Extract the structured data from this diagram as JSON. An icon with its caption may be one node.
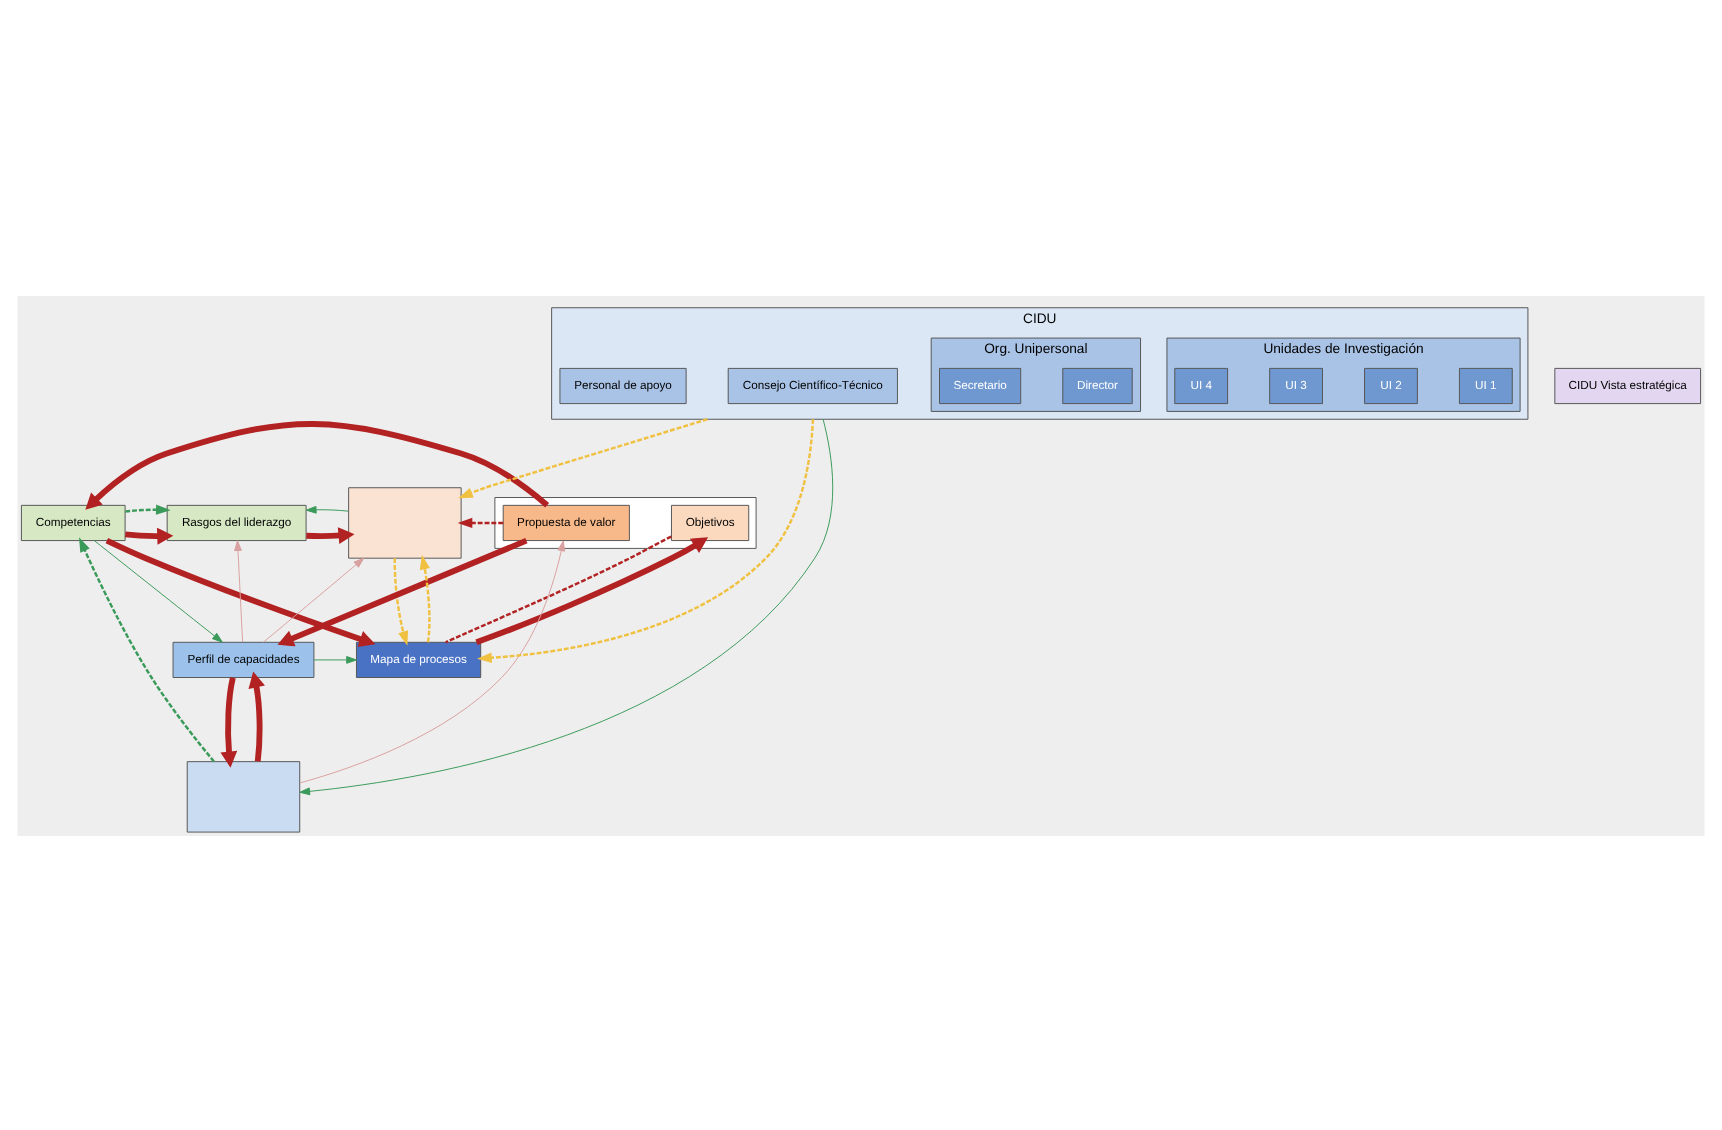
{
  "diagram": {
    "nodes": [
      {
        "text": [],
        "shape": "box"
      },
      {
        "text": [
          "Rasgos del liderazgo"
        ]
      },
      {
        "text": [
          "Competencias"
        ]
      },
      {
        "text": [],
        "shape": "box"
      },
      {
        "text": [
          "Propuesta de valor"
        ],
        "in": 3
      },
      {
        "text": [
          "Objetivos"
        ],
        "in": 3
      },
      {
        "text": [
          "Perfil de capacidades"
        ]
      },
      {
        "text": [
          "Mapa de procesos"
        ]
      },
      {
        "text": [],
        "shape": "box"
      },
      {
        "text": [
          "CIDU"
        ]
      },
      {
        "text": [
          "Unidades de Investigación"
        ],
        "in": 9
      },
      {
        "text": [
          "UI 1"
        ],
        "in": 10
      },
      {
        "text": [
          "UI 2"
        ],
        "in": 10
      },
      {
        "text": [
          "UI 3"
        ],
        "in": 10
      },
      {
        "text": [
          "UI 4"
        ],
        "in": 10
      },
      {
        "text": [
          "Consejo Científico-Técnico"
        ],
        "in": 9
      },
      {
        "text": [
          "Org. Unipersonal"
        ],
        "in": 9
      },
      {
        "text": [
          "Director"
        ],
        "in": 16
      },
      {
        "text": [
          "Secretario"
        ],
        "in": 16
      },
      {
        "text": [
          "Personal de apoyo"
        ],
        "in": 9
      },
      {
        "text": [
          "CIDU Vista estratégica"
        ]
      }
    ],
    "edges": [
      {
        "from": 1,
        "to": 0,
        "arrow": "to",
        "style": "thick",
        "color": "#b22222"
      },
      {
        "from": 2,
        "to": 1,
        "arrow": "to",
        "style": "thick",
        "color": "#b22222"
      },
      {
        "from": 4,
        "to": 0,
        "arrow": "to",
        "style": "dashed",
        "color": "#b22222"
      },
      {
        "from": 5,
        "to": 7,
        "arrow": "none",
        "style": "dashed",
        "color": "#b22222"
      },
      {
        "from": 7,
        "to": 5,
        "arrow": "to",
        "style": "thick",
        "color": "#b22222"
      },
      {
        "from": 2,
        "to": 7,
        "arrow": "to",
        "style": "thick",
        "color": "#b22222"
      },
      {
        "from": 4,
        "to": 6,
        "arrow": "to",
        "style": "thick",
        "color": "#b22222"
      },
      {
        "from": 8,
        "to": 6,
        "arrow": "to",
        "style": "thick",
        "color": "#b22222"
      },
      {
        "from": 6,
        "to": 8,
        "arrow": "to",
        "style": "thick",
        "color": "#b22222"
      },
      {
        "from": 4,
        "to": 2,
        "arrow": "to",
        "style": "thick",
        "color": "#b22222"
      },
      {
        "from": 0,
        "to": 1,
        "arrow": "to",
        "color": "#3a9a5a"
      },
      {
        "from": 2,
        "to": 1,
        "arrow": "to",
        "style": "dashed",
        "color": "#3a9a5a"
      },
      {
        "from": 6,
        "to": 0,
        "arrow": "to",
        "color": "#d9a0a0"
      },
      {
        "from": 7,
        "to": 0,
        "arrow": "to",
        "style": "dashed",
        "color": "#f0c040"
      },
      {
        "from": 6,
        "to": 1,
        "arrow": "to",
        "color": "#d9a0a0"
      },
      {
        "from": 9,
        "to": 7,
        "arrow": "to",
        "style": "dashed",
        "color": "#f0c040"
      },
      {
        "from": 9,
        "to": 8,
        "arrow": "to",
        "color": "#3a9a5a"
      },
      {
        "from": 8,
        "to": 4,
        "arrow": "to",
        "color": "#d9a0a0"
      },
      {
        "from": 6,
        "to": 7,
        "arrow": "to",
        "color": "#3a9a5a"
      },
      {
        "from": 2,
        "to": 6,
        "arrow": "to",
        "color": "#3a9a5a"
      },
      {
        "from": 0,
        "to": 7,
        "arrow": "to",
        "style": "dashed",
        "color": "#f0c040"
      },
      {
        "from": 8,
        "to": 2,
        "arrow": "to",
        "style": "dashed",
        "color": "#3a9a5a"
      },
      {
        "from": 9,
        "to": 0,
        "arrow": "to",
        "style": "dashed",
        "color": "#f0c040"
      }
    ]
  }
}
